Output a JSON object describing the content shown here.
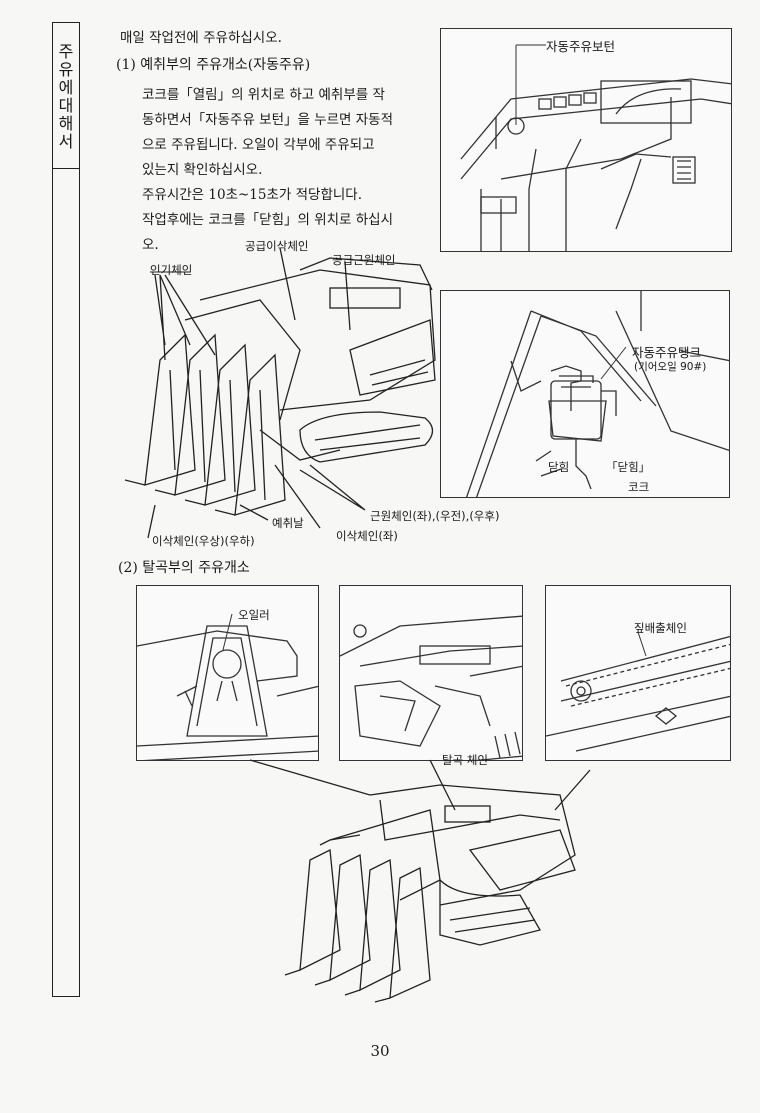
{
  "sidebar": {
    "title_chars": [
      "주",
      "유",
      "에",
      "대",
      "해",
      "서"
    ]
  },
  "intro": "매일 작업전에 주유하십시오.",
  "section1": {
    "heading": "(1) 예취부의 주유개소(자동주유)",
    "lines": [
      "코크를「열림」의 위치로 하고 예취부를 작",
      "동하면서「자동주유 보턴」을 누르면 자동적",
      "으로 주유됩니다. 오일이 각부에 주유되고",
      "있는지 확인하십시오.",
      "주유시간은 10초~15초가 적당합니다.",
      "작업후에는 코크를「닫힘」의 위치로 하십시",
      "오."
    ]
  },
  "labels": {
    "auto_button": "자동주유보턴",
    "supply_threshing_chain": "공급이삭체인",
    "supply_root_chain": "공급근원체인",
    "raising_chain": "인기체인",
    "auto_tank": "자동주유탱크",
    "tank_oil": "(기어오일 90#)",
    "closed_left": "닫힘",
    "closed_right": "「닫힘」",
    "cock": "코크",
    "root_chain": "근원체인(좌),(우전),(우후)",
    "blade": "예취날",
    "ear_chain_left": "이삭체인(좌)",
    "ear_chain_right": "이삭체인(우상)(우하)",
    "oiler": "오일러",
    "threshing_chain": "탈곡 체인",
    "straw_chain": "짚배출체인"
  },
  "section2": {
    "heading": "(2) 탈곡부의 주유개소"
  },
  "page_number": "30"
}
